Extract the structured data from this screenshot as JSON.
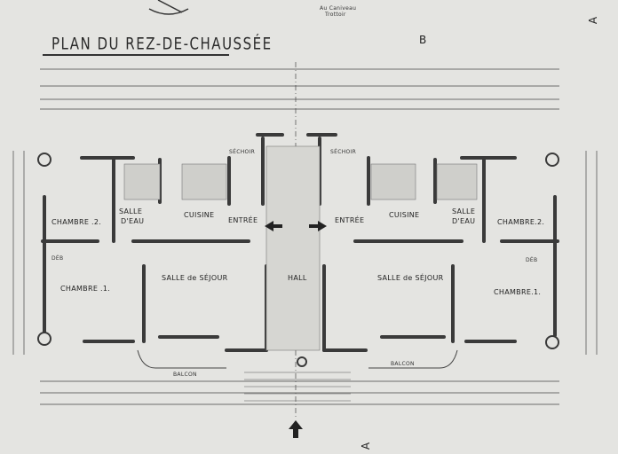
{
  "drawing": {
    "title": "PLAN DU REZ-DE-CHAUSSÉE",
    "top_note_line1": "Au Caniveau",
    "top_note_line2": "Trottoir",
    "section_marker_b": "B",
    "section_marker_a_top": "A",
    "section_marker_a_bottom": "A"
  },
  "rooms": {
    "left": {
      "chambre2": "CHAMBRE .2.",
      "chambre1": "CHAMBRE .1.",
      "salle_eau_line1": "SALLE",
      "salle_eau_line2": "D'EAU",
      "cuisine": "CUISINE",
      "entree": "ENTRÉE",
      "sejour": "SALLE de SÉJOUR",
      "deb": "DÉB",
      "sechoir": "SÉCHOIR"
    },
    "right": {
      "chambre2": "CHAMBRE.2.",
      "chambre1": "CHAMBRE.1.",
      "salle_eau_line1": "SALLE",
      "salle_eau_line2": "D'EAU",
      "cuisine": "CUISINE",
      "entree": "ENTRÉE",
      "sejour": "SALLE de SÉJOUR",
      "deb": "DÉB",
      "sechoir": "SÉCHOIR"
    },
    "hall": "HALL",
    "balcon_left": "BALCON",
    "balcon_right": "BALCON"
  },
  "colors": {
    "paper": "#e4e4e1",
    "ink": "#2b2b2b",
    "wall": "#3a3a3a"
  }
}
